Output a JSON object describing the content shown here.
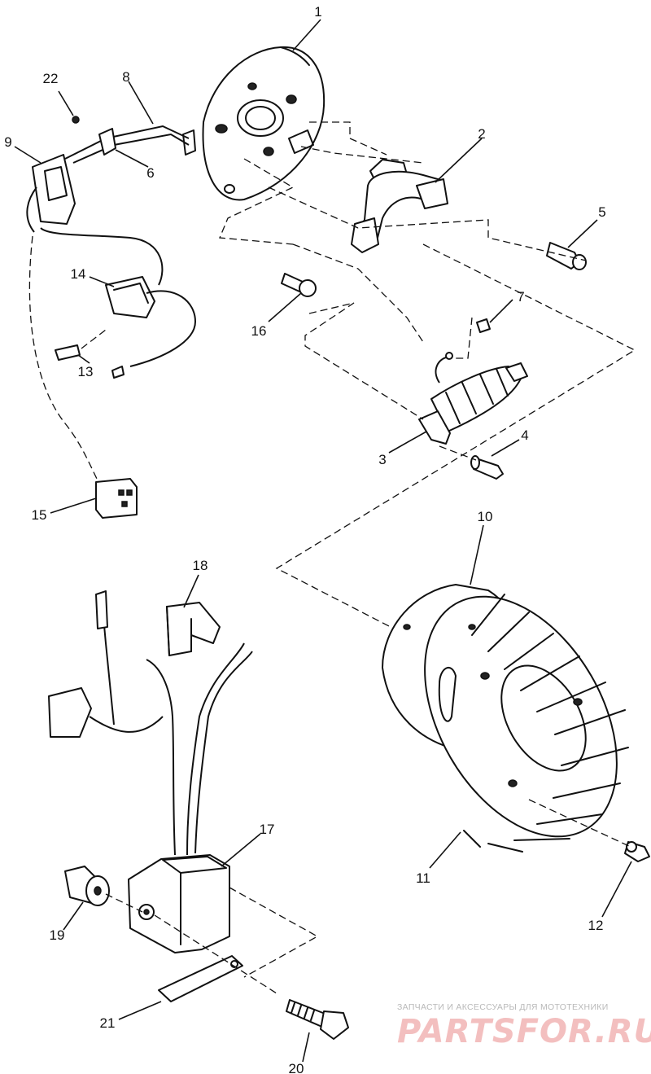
{
  "diagram": {
    "callouts": [
      "1",
      "2",
      "3",
      "4",
      "5",
      "6",
      "7",
      "8",
      "9",
      "10",
      "11",
      "12",
      "13",
      "14",
      "15",
      "16",
      "17",
      "18",
      "19",
      "20",
      "21",
      "22"
    ]
  },
  "watermark": {
    "tagline": "ЗАПЧАСТИ И АКСЕССУАРЫ ДЛЯ МОТОТЕХНИКИ",
    "brand": "PARTSFOR.RU",
    "brand_color": "#e57373"
  }
}
